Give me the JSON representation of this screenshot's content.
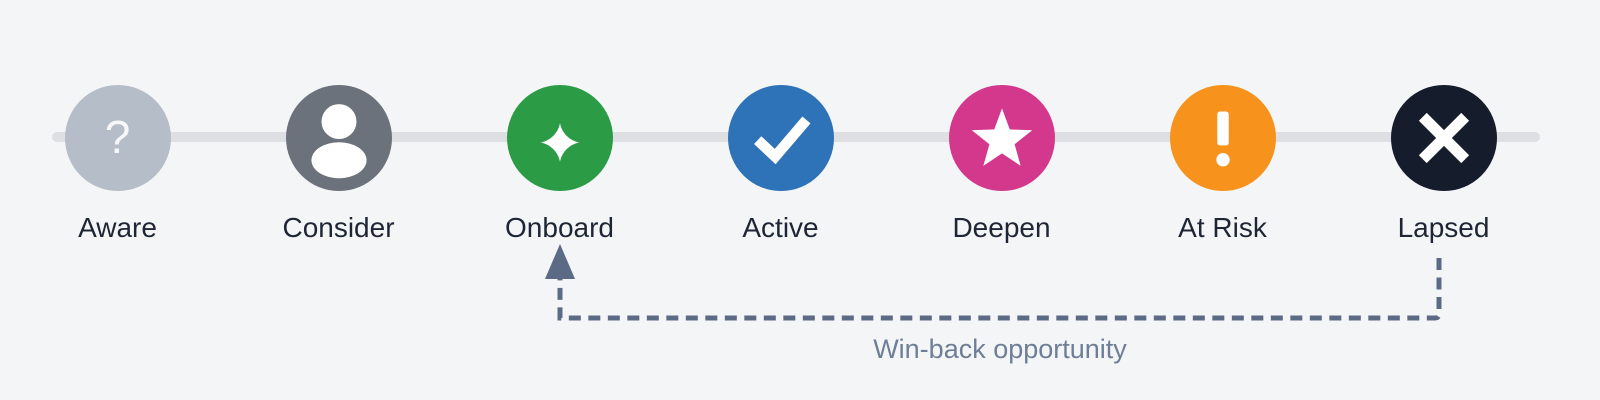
{
  "diagram": {
    "stages": [
      {
        "label": "Aware",
        "color": "#b5bdc8",
        "icon": "question-icon",
        "glyph": "?"
      },
      {
        "label": "Consider",
        "color": "#6b727b",
        "icon": "person-icon"
      },
      {
        "label": "Onboard",
        "color": "#2b9c45",
        "icon": "sparkle-icon"
      },
      {
        "label": "Active",
        "color": "#2e72b8",
        "icon": "check-icon"
      },
      {
        "label": "Deepen",
        "color": "#d4388c",
        "icon": "star-icon"
      },
      {
        "label": "At Risk",
        "color": "#f7921d",
        "icon": "exclamation-icon"
      },
      {
        "label": "Lapsed",
        "color": "#151c2c",
        "icon": "x-icon"
      }
    ],
    "annotation": {
      "label": "Win-back opportunity"
    },
    "colors": {
      "background": "#f4f5f6",
      "track": "#dddfe2",
      "label_text": "#1e2635",
      "winback_line": "#5c6b85",
      "winback_text": "#6e7e96",
      "icon": "#ffffff"
    }
  }
}
